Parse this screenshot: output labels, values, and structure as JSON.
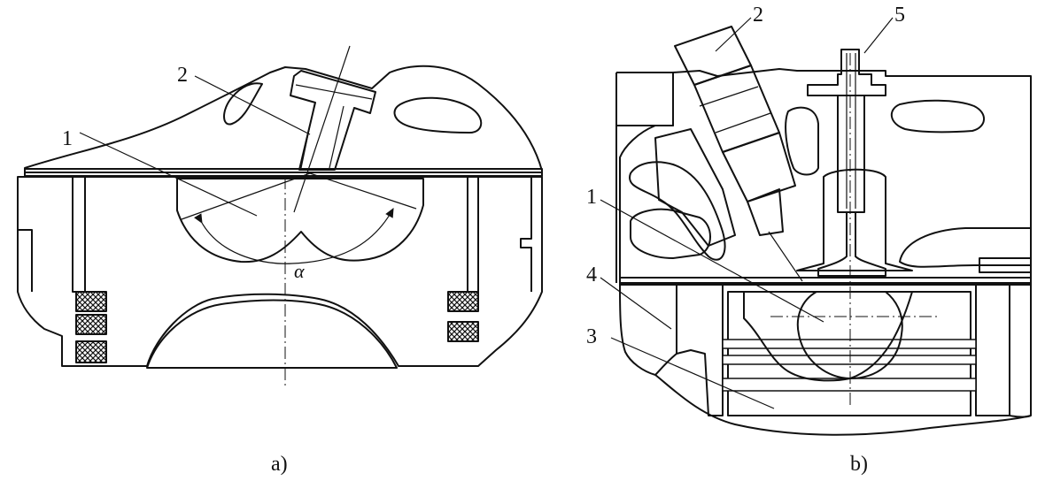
{
  "figure_a": {
    "caption": "a)",
    "labels": [
      {
        "id": "a1",
        "text": "1"
      },
      {
        "id": "a2",
        "text": "2"
      }
    ],
    "angle_symbol": "α"
  },
  "figure_b": {
    "caption": "b)",
    "labels": [
      {
        "id": "b2",
        "text": "2"
      },
      {
        "id": "b5",
        "text": "5"
      },
      {
        "id": "b1",
        "text": "1"
      },
      {
        "id": "b4",
        "text": "4"
      },
      {
        "id": "b3",
        "text": "3"
      }
    ]
  },
  "colors": {
    "ink": "#111111",
    "paper": "#ffffff"
  }
}
